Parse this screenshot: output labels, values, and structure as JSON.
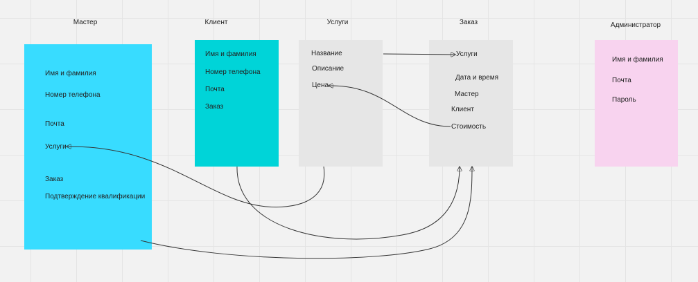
{
  "colors": {
    "master": "#38dcff",
    "client": "#00d4d8",
    "services": "#e6e6e6",
    "order": "#e6e6e6",
    "admin": "#f8d3ef",
    "connector": "#333333"
  },
  "entities": {
    "master": {
      "title": "Мастер",
      "fields": [
        "Имя и фамилия",
        "Номер телефона",
        "Почта",
        "Услуги",
        "Заказ",
        "Подтверждение квалификации"
      ]
    },
    "client": {
      "title": "Клиент",
      "fields": [
        "Имя и фамилия",
        "Номер телефона",
        "Почта",
        "Заказ"
      ]
    },
    "services": {
      "title": "Услуги",
      "fields": [
        "Название",
        "Описание",
        "Цена"
      ]
    },
    "order": {
      "title": "Заказ",
      "fields": [
        "Услуги",
        "Дата и время",
        "Мастер",
        "Клиент",
        "Стоимость"
      ]
    },
    "admin": {
      "title": "Администратор",
      "fields": [
        "Имя и фамилия",
        "Почта",
        "Пароль"
      ]
    }
  },
  "connections": [
    {
      "from": "services.Название",
      "to": "order.Услуги"
    },
    {
      "from": "order.Стоимость",
      "to": "services.Цена"
    },
    {
      "from": "client.Заказ",
      "to": "order"
    },
    {
      "from": "master.Заказ",
      "to": "order"
    },
    {
      "from": "services",
      "to": "master.Услуги"
    }
  ]
}
